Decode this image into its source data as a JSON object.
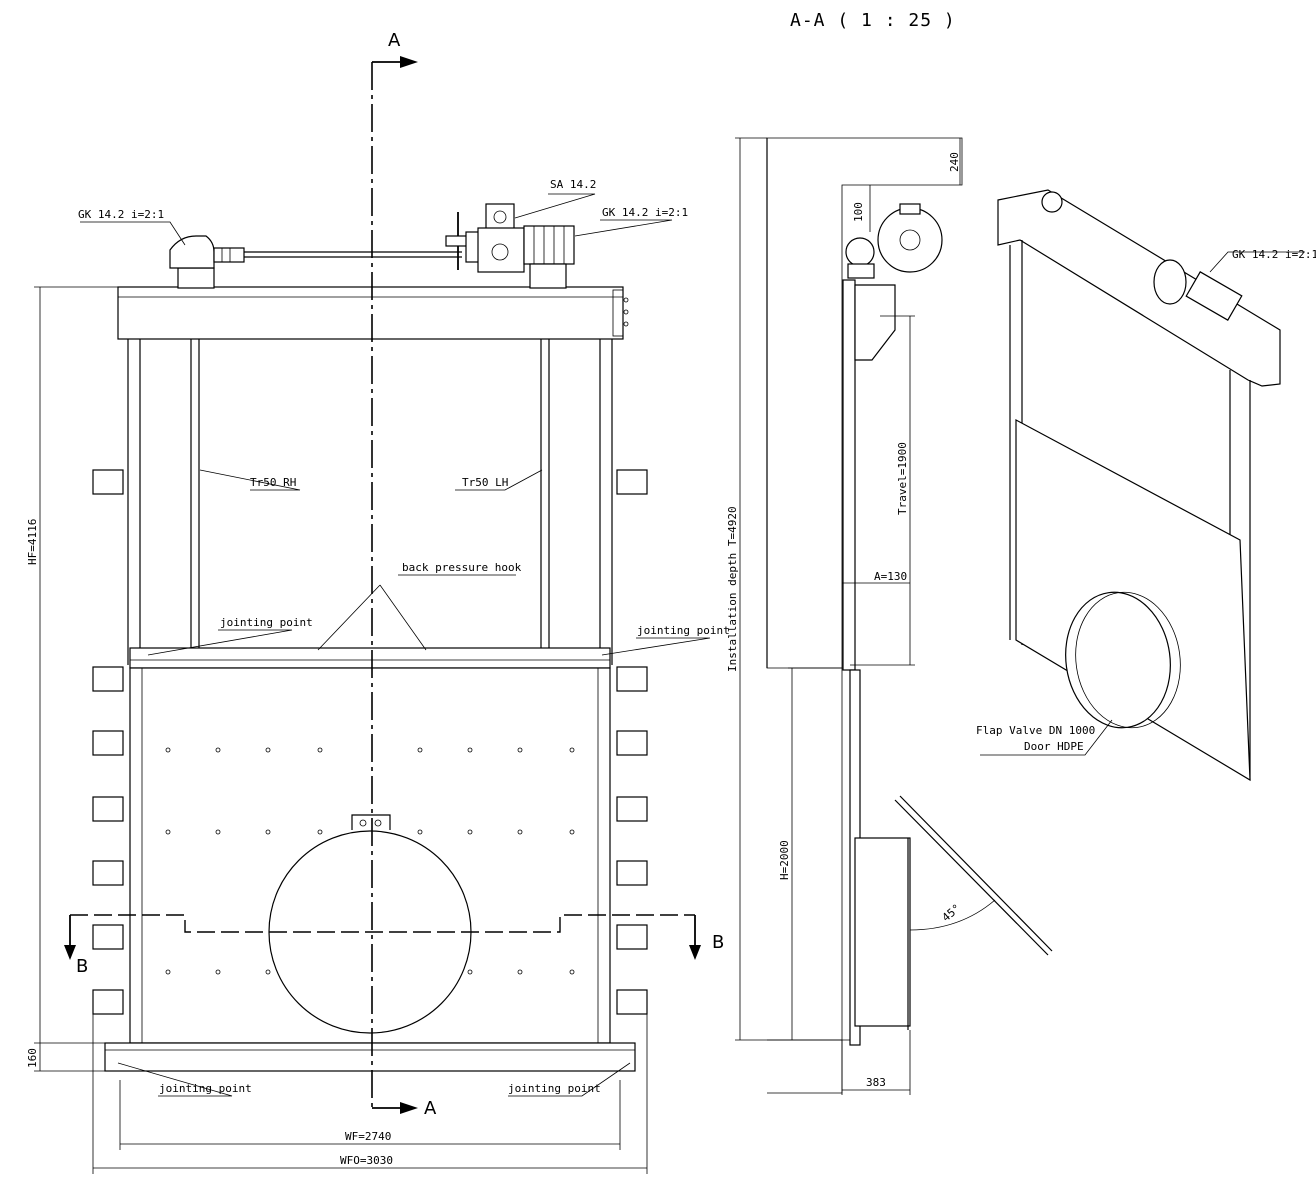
{
  "section_title": "A-A ( 1 : 25 )",
  "section_marks": {
    "a": "A",
    "b": "B"
  },
  "labels": {
    "gk_left": "GK 14.2 i=2:1",
    "sa": "SA 14.2",
    "gk_right": "GK 14.2 i=2:1",
    "gk_iso": "GK 14.2 i=2:1",
    "tr50_rh": "Tr50 RH",
    "tr50_lh": "Tr50 LH",
    "back_pressure_hook": "back pressure hook",
    "jointing_point": "jointing point",
    "flap_valve_line1": "Flap Valve DN 1000",
    "flap_valve_line2": "Door HDPE"
  },
  "dimensions": {
    "hf": "HF=4116",
    "base_160": "160",
    "wf": "WF=2740",
    "wfo": "WFO=3030",
    "d240": "240",
    "d100": "100",
    "travel": "Travel=1900",
    "a130": "A=130",
    "install_depth": "Installation depth T=4920",
    "h2000": "H=2000",
    "d383": "383",
    "angle": "45°"
  }
}
